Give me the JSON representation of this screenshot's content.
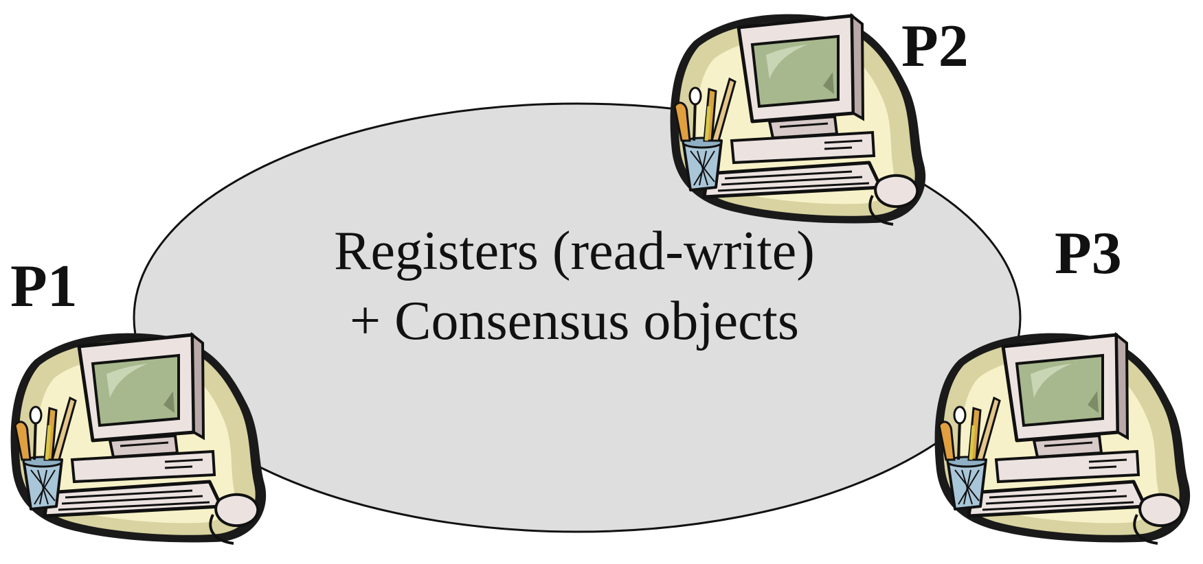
{
  "diagram": {
    "shared_memory": {
      "line1": "Registers (read-write)",
      "line2": "+ Consensus objects",
      "fill_color": "#dedede"
    },
    "processes": [
      {
        "label": "P1",
        "icon": "computer-icon"
      },
      {
        "label": "P2",
        "icon": "computer-icon"
      },
      {
        "label": "P3",
        "icon": "computer-icon"
      }
    ],
    "colors": {
      "blob_outer": "#d8d3a0",
      "blob_inner": "#f6f1c8",
      "monitor_body": "#ece3e1",
      "screen": "#a8b88e",
      "cup": "#a9c6d8",
      "outline": "#111111"
    }
  }
}
